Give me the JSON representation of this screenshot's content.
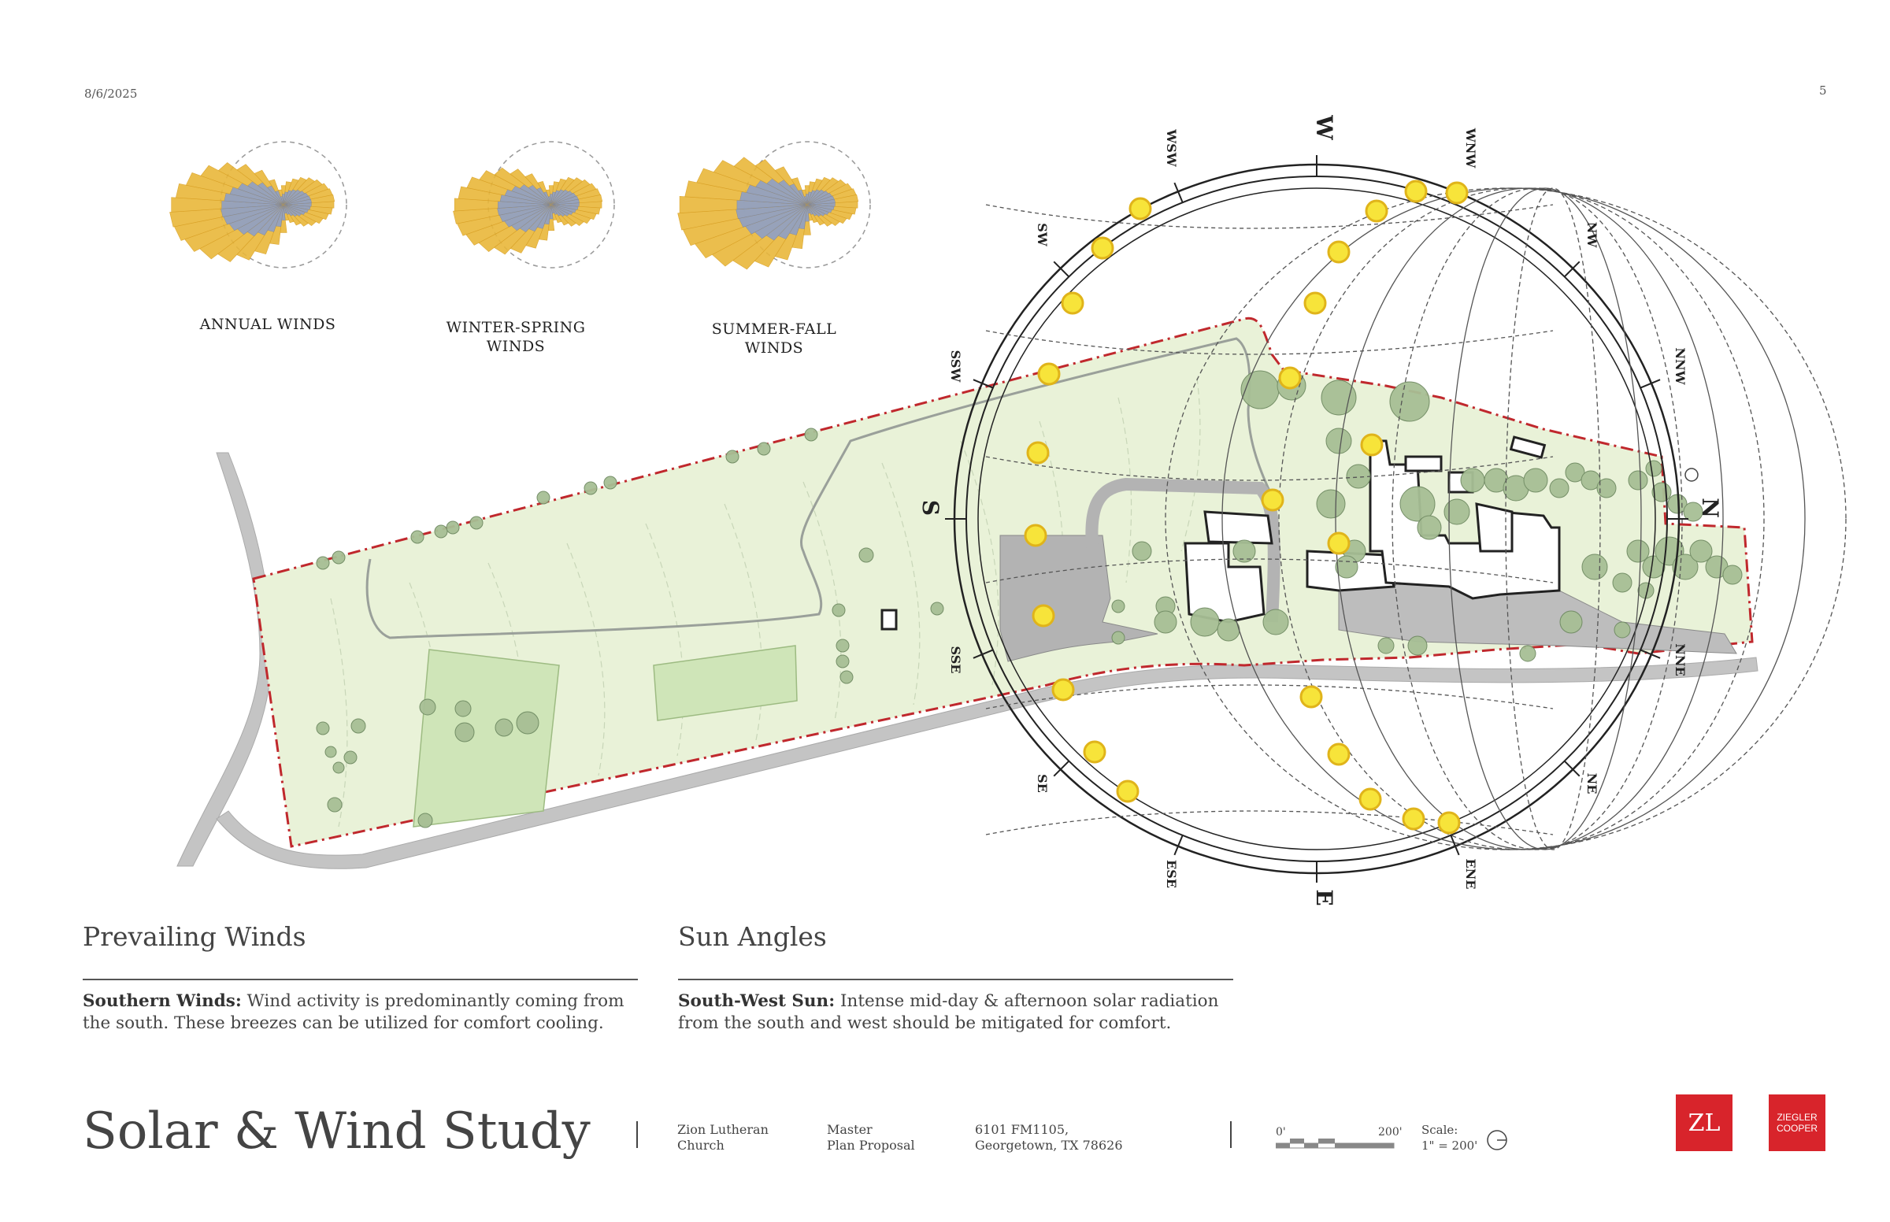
{
  "header": {
    "date": "8/6/2025",
    "page_number": "5"
  },
  "wind_roses": [
    {
      "label_line1": "ANNUAL WINDS",
      "label_line2": ""
    },
    {
      "label_line1": "WINTER-SPRING",
      "label_line2": "WINDS"
    },
    {
      "label_line1": "SUMMER-FALL",
      "label_line2": "WINDS"
    }
  ],
  "compass": {
    "cardinal": {
      "west": "W",
      "south": "S",
      "north": "N",
      "east": "E"
    },
    "intercardinal": {
      "wsw": "WSW",
      "wnw": "WNW",
      "sw": "SW",
      "nw": "NW",
      "ssw": "SSW",
      "nnw": "NNW",
      "sse": "SSE",
      "nne": "NNE",
      "se": "SE",
      "ne": "NE",
      "ese": "ESE",
      "ene": "ENE"
    }
  },
  "sections": {
    "winds": {
      "title": "Prevailing Winds",
      "lead": "Southern Winds:",
      "body": " Wind activity is predominantly coming from the south. These breezes can be utilized for comfort cooling."
    },
    "sun": {
      "title": "Sun Angles",
      "lead": "South-West Sun:",
      "body": " Intense mid-day & afternoon solar radiation from the south and west should be mitigated for comfort."
    }
  },
  "footer": {
    "title": "Solar & Wind Study",
    "client_line1": "Zion Lutheran",
    "client_line2": "Church",
    "project_line1": "Master",
    "project_line2": "Plan Proposal",
    "address_line1": "6101 FM1105,",
    "address_line2": "Georgetown, TX 78626",
    "scale_start": "0'",
    "scale_end": "200'",
    "scale_label": "Scale:",
    "scale_value": "1\" = 200'",
    "logo_zl": "ZL",
    "logo_firm_line1": "ZIEGLER",
    "logo_firm_line2": "COOPER"
  },
  "colors": {
    "site_fill": "#e9f2d8",
    "field_fill": "#cfe5b8",
    "boundary": "#c0282d",
    "road": "#c4c4c4",
    "tree": "#a7bf95",
    "sun": "#f7e43a",
    "wind_gold": "#e9b73a",
    "wind_blue": "#8e9fc6",
    "logo_red": "#d8242b"
  }
}
